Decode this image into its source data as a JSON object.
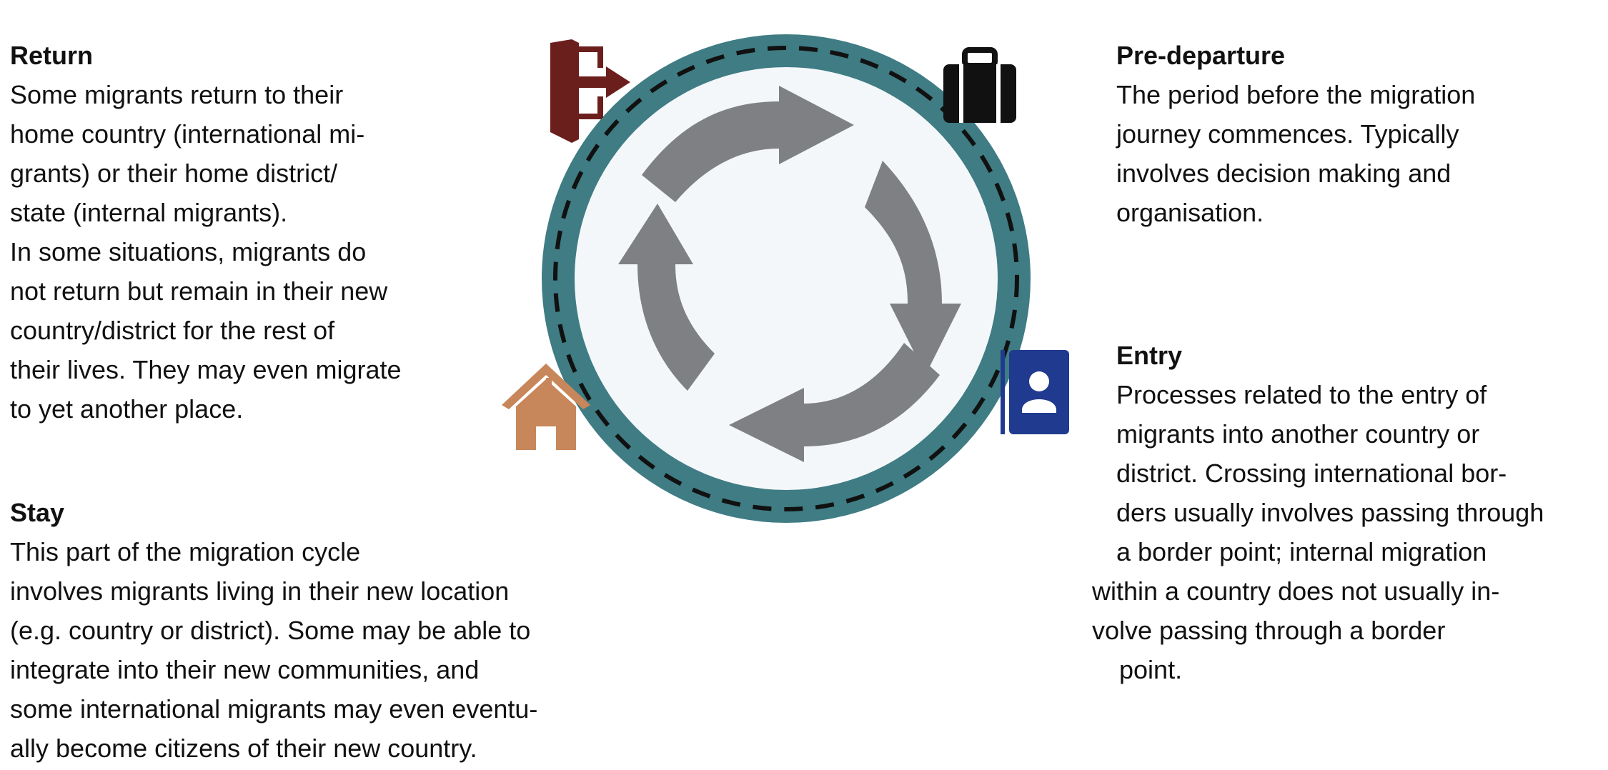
{
  "blocks": {
    "return": {
      "title": "Return",
      "lines": [
        "Some migrants return to their",
        "home country (international mi-",
        "grants) or their home district/",
        "state (internal migrants).",
        "In some situations, migrants do",
        "not return but remain in their new",
        "country/district for the rest of",
        "their lives. They may even migrate",
        "to yet another place."
      ]
    },
    "stay": {
      "title": "Stay",
      "lines": [
        "This part of the migration cycle",
        "involves migrants living in their new location",
        "(e.g. country or district). Some may be able to",
        "integrate into their new communities, and",
        "some international migrants may even eventu-",
        "ally become citizens of their new country."
      ]
    },
    "pre_departure": {
      "title": "Pre-departure",
      "lines": [
        "The period before the migration",
        "journey commences. Typically",
        "involves decision making and",
        "organisation."
      ]
    },
    "entry": {
      "title": "Entry",
      "lines": [
        "Processes related to the entry of",
        "migrants into another country or",
        "district. Crossing international bor-",
        "ders usually involves passing through",
        "a border point; internal migration",
        "within a country does not usually in-",
        "volve passing through a border",
        "point."
      ]
    }
  },
  "icons": {
    "return": "exit-door-icon",
    "pre_departure": "briefcase-icon",
    "entry": "id-card-icon",
    "stay": "house-icon",
    "cycle": "cycle-arrows-icon"
  },
  "colors": {
    "ring": "#3f7c84",
    "arrows": "#7f8083",
    "exit_door": "#6b1f1c",
    "briefcase": "#111111",
    "id_card": "#1f3a8e",
    "house": "#c8875a",
    "inner_bg": "#f4f7fa"
  }
}
